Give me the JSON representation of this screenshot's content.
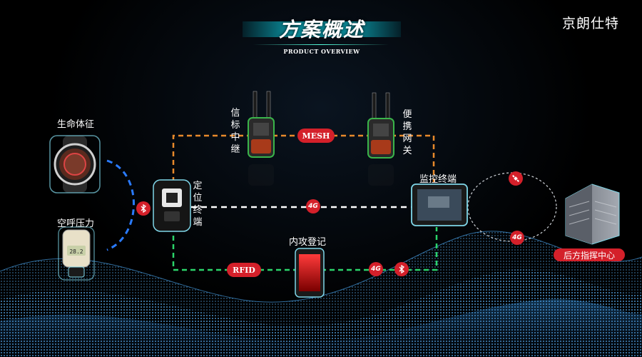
{
  "brand": "京朗仕特",
  "header": {
    "title": "方案概述",
    "subtitle": "PRODUCT OVERVIEW"
  },
  "devices": {
    "vitals": "生命体征",
    "air_pressure": "空呼压力",
    "locator": "定位终端",
    "relay": "信标中继",
    "gateway": "便携网关",
    "monitor": "监控终端",
    "registration": "内攻登记",
    "command_center": "后方指挥中心"
  },
  "links": {
    "mesh": "MESH",
    "fourg": "4G",
    "rfid": "RFID",
    "fourg_small": "4G"
  },
  "colors": {
    "accent_red": "#d4202a",
    "orange_link": "#e8892b",
    "green_link": "#2bd46a",
    "blue_link": "#2a7bff",
    "title_bar": "#0a8a98"
  },
  "icons": [
    "bluetooth-icon",
    "satellite-icon"
  ]
}
